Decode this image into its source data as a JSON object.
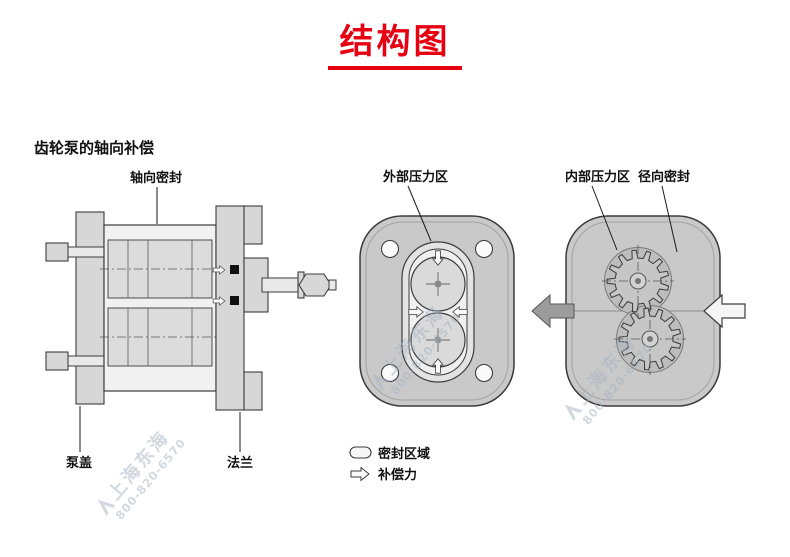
{
  "title": {
    "text": "结构图"
  },
  "figure": {
    "heading": "齿轮泵的轴向补偿",
    "section_view": {
      "axial_seal": "轴向密封",
      "pump_cover": "泵盖",
      "flange": "法兰"
    },
    "external_view": {
      "pressure_zone": "外部压力区"
    },
    "internal_view": {
      "pressure_zone": "内部压力区",
      "radial_seal": "径向密封"
    },
    "legend": {
      "seal_area": "密封区域",
      "compensation_force": "补偿力"
    },
    "watermark": {
      "brand": "上海东海",
      "phone": "800-820-6570"
    }
  },
  "colors": {
    "accent_red": "#e60012",
    "metal_gray": "#c9c9c9",
    "watermark_gray": "#a7b3c2"
  }
}
